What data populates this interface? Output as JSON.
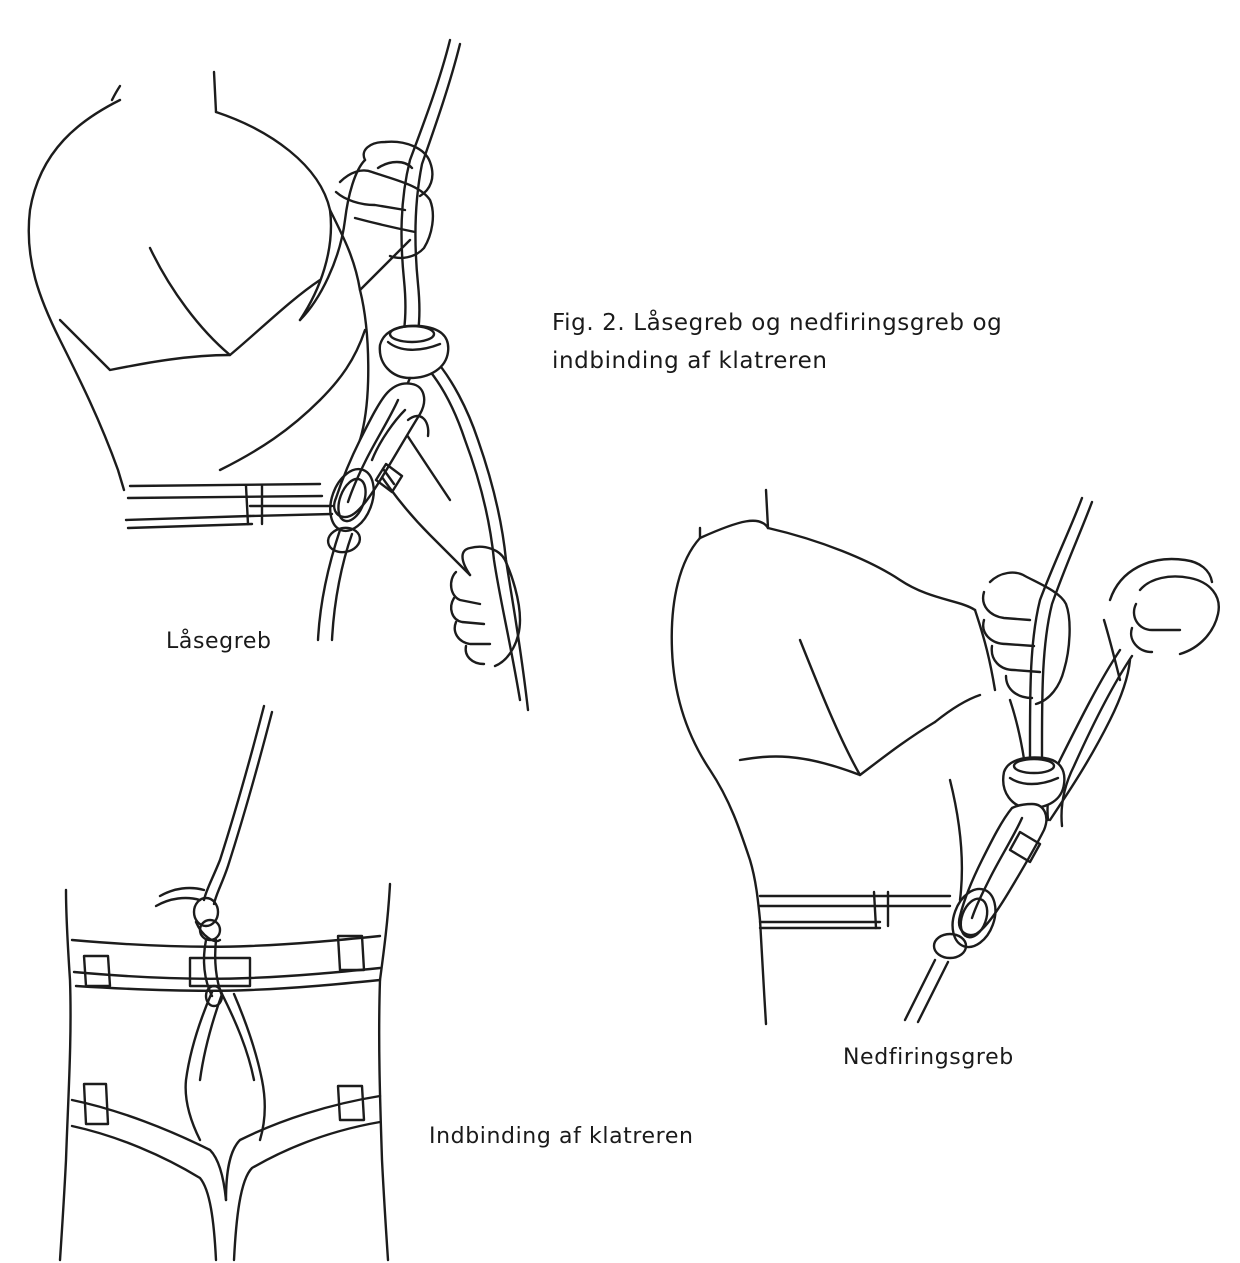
{
  "figure": {
    "caption_line1": "Fig. 2. Låsegreb og nedfiringsgreb og",
    "caption_line2": "indbinding af klatreren"
  },
  "panels": {
    "locking_grip": {
      "label": "Låsegreb",
      "icon": "climber-back-locking-grip"
    },
    "lowering_grip": {
      "label": "Nedfiringsgreb",
      "icon": "climber-back-lowering-grip"
    },
    "tie_in": {
      "label": "Indbinding af klatreren",
      "icon": "climbing-harness-tie-in"
    }
  },
  "colors": {
    "ink": "#1c1c1c",
    "paper": "#ffffff"
  }
}
